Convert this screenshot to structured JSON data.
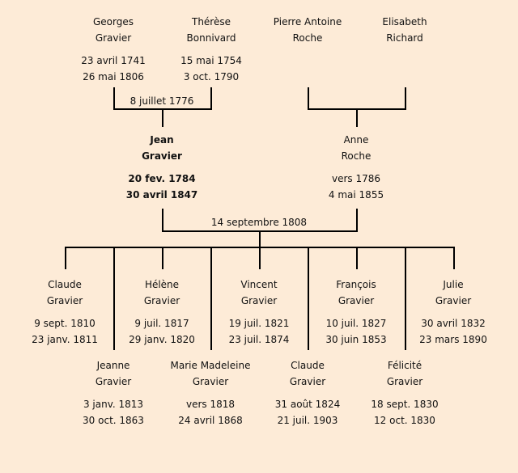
{
  "grandparents": [
    {
      "first": "Georges",
      "last": "Gravier",
      "born": "23 avril 1741",
      "died": "26 mai 1806"
    },
    {
      "first": "Thérèse",
      "last": "Bonnivard",
      "born": "15 mai 1754",
      "died": "3 oct. 1790"
    },
    {
      "first": "Pierre Antoine",
      "last": "Roche",
      "born": "",
      "died": ""
    },
    {
      "first": "Elisabeth",
      "last": "Richard",
      "born": "",
      "died": ""
    }
  ],
  "marriage_paternal": "8 juillet 1776",
  "parents": [
    {
      "first": "Jean",
      "last": "Gravier",
      "born": "20 fev. 1784",
      "died": "30 avril 1847"
    },
    {
      "first": "Anne",
      "last": "Roche",
      "born": "vers 1786",
      "died": "4 mai 1855"
    }
  ],
  "marriage_parents": "14 septembre 1808",
  "children": [
    {
      "first": "Claude",
      "last": "Gravier",
      "born": "9 sept. 1810",
      "died": "23 janv. 1811"
    },
    {
      "first": "Jeanne",
      "last": "Gravier",
      "born": "3 janv. 1813",
      "died": "30 oct. 1863"
    },
    {
      "first": "Hélène",
      "last": "Gravier",
      "born": "9 juil. 1817",
      "died": "29 janv. 1820"
    },
    {
      "first": "Marie Madeleine",
      "last": "Gravier",
      "born": "vers 1818",
      "died": "24 avril 1868"
    },
    {
      "first": "Vincent",
      "last": "Gravier",
      "born": "19 juil. 1821",
      "died": "23 juil. 1874"
    },
    {
      "first": "Claude",
      "last": "Gravier",
      "born": "31 août 1824",
      "died": "21 juil. 1903"
    },
    {
      "first": "François",
      "last": "Gravier",
      "born": "10 juil. 1827",
      "died": "30 juin 1853"
    },
    {
      "first": "Félicité",
      "last": "Gravier",
      "born": "18 sept. 1830",
      "died": "12 oct. 1830"
    },
    {
      "first": "Julie",
      "last": "Gravier",
      "born": "30 avril 1832",
      "died": "23 mars 1890"
    }
  ]
}
